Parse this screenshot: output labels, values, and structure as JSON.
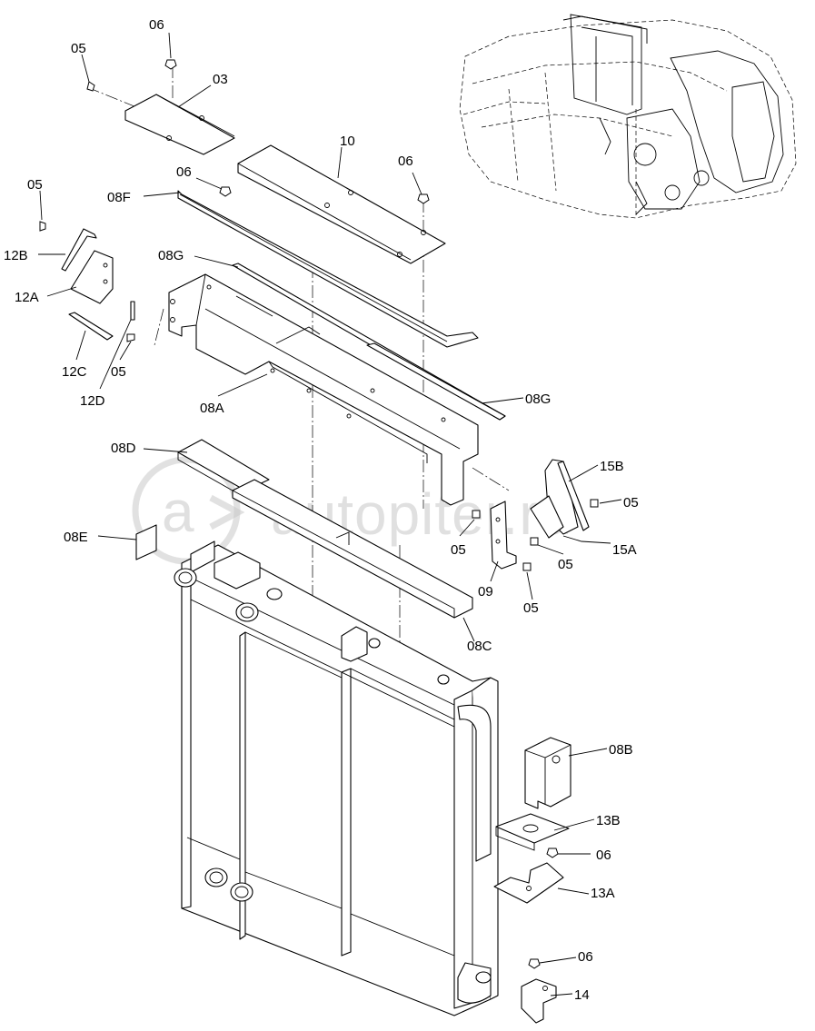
{
  "watermark": {
    "text": "autopiter.ru"
  },
  "labels": [
    {
      "id": "l-06a",
      "text": "06"
    },
    {
      "id": "l-05a",
      "text": "05"
    },
    {
      "id": "l-03",
      "text": "03"
    },
    {
      "id": "l-10",
      "text": "10"
    },
    {
      "id": "l-06b",
      "text": "06"
    },
    {
      "id": "l-06c",
      "text": "06"
    },
    {
      "id": "l-05b",
      "text": "05"
    },
    {
      "id": "l-08f",
      "text": "08F"
    },
    {
      "id": "l-12b",
      "text": "12B"
    },
    {
      "id": "l-08g1",
      "text": "08G"
    },
    {
      "id": "l-12a",
      "text": "12A"
    },
    {
      "id": "l-12c",
      "text": "12C"
    },
    {
      "id": "l-05c",
      "text": "05"
    },
    {
      "id": "l-12d",
      "text": "12D"
    },
    {
      "id": "l-08a",
      "text": "08A"
    },
    {
      "id": "l-08g2",
      "text": "08G"
    },
    {
      "id": "l-08d",
      "text": "08D"
    },
    {
      "id": "l-15b",
      "text": "15B"
    },
    {
      "id": "l-05d",
      "text": "05"
    },
    {
      "id": "l-08e",
      "text": "08E"
    },
    {
      "id": "l-05e",
      "text": "05"
    },
    {
      "id": "l-05f",
      "text": "05"
    },
    {
      "id": "l-15a",
      "text": "15A"
    },
    {
      "id": "l-09",
      "text": "09"
    },
    {
      "id": "l-05g",
      "text": "05"
    },
    {
      "id": "l-08c",
      "text": "08C"
    },
    {
      "id": "l-08b",
      "text": "08B"
    },
    {
      "id": "l-13b",
      "text": "13B"
    },
    {
      "id": "l-06d",
      "text": "06"
    },
    {
      "id": "l-13a",
      "text": "13A"
    },
    {
      "id": "l-06e",
      "text": "06"
    },
    {
      "id": "l-14",
      "text": "14"
    }
  ]
}
